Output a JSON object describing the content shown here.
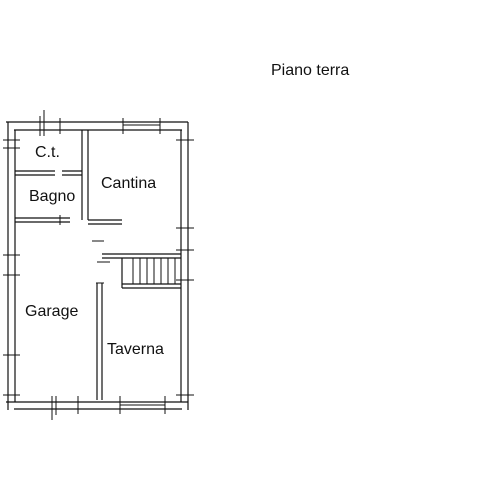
{
  "plan": {
    "title": "Piano terra",
    "rooms": {
      "ct": "C.t.",
      "cantina": "Cantina",
      "bagno": "Bagno",
      "garage": "Garage",
      "taverna": "Taverna"
    }
  }
}
